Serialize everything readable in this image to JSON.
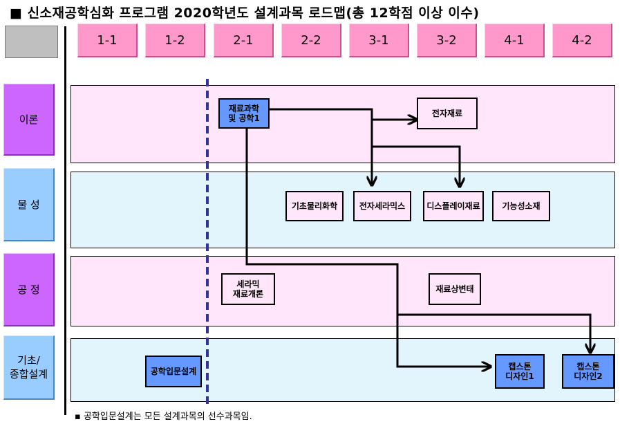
{
  "title": "■ 신소재공학심화 프로그램 2020학년도 설계과목 로드맵(총 12학점 이상 이수)",
  "semesters": [
    "1-1",
    "1-2",
    "2-1",
    "2-2",
    "3-1",
    "3-2",
    "4-1",
    "4-2"
  ],
  "categories": {
    "theory": "이론",
    "property": "물 성",
    "process": "공 정",
    "basic_design": "기초/\n종합설계"
  },
  "courses": {
    "materials_science": "재료과학\n및 공학1",
    "electronic_materials": "전자재료",
    "basic_physical_chemistry": "기초물리화학",
    "electronic_ceramics": "전자세라믹스",
    "display_materials": "디스플레이재료",
    "functional_materials": "기능성소재",
    "ceramic_materials_intro": "세라믹\n재료개론",
    "phase_transformation": "재료상변태",
    "intro_engineering_design": "공학입문설계",
    "capstone1": "캡스톤\n디자인1",
    "capstone2": "캡스톤\n디자인2"
  },
  "colors": {
    "semester_header": "#ff99cc",
    "theory_band": "#ffe6fa",
    "course_highlight": "#6699ff",
    "divider": "#333399"
  },
  "note": "▪ 공학입문설계는 모든 설계과목의 선수과목임."
}
